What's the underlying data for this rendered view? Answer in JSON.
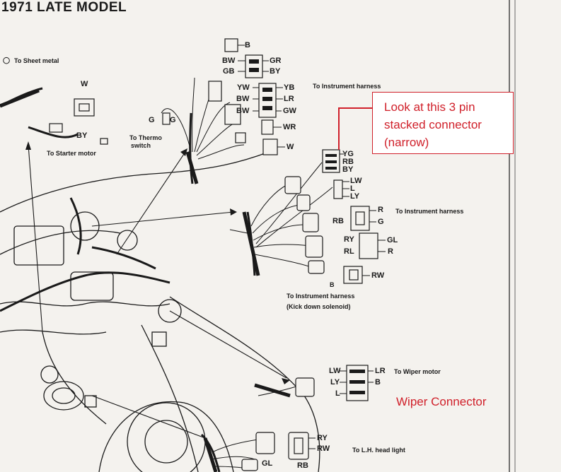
{
  "title": "1971 LATE MODEL",
  "note": {
    "line1": "Look at this 3 pin",
    "line2": "stacked connector",
    "line3": "(narrow)"
  },
  "wiper_note": "Wiper Connector",
  "labels": {
    "sheet_metal": "To Sheet metal",
    "w_top": "W",
    "by": "BY",
    "starter": "To Starter motor",
    "g1": "G",
    "g2": "G",
    "thermo1": "To Thermo",
    "thermo2": "switch",
    "b_top": "B",
    "bw1": "BW",
    "gr": "GR",
    "gb": "GB",
    "by2": "BY",
    "yw": "YW",
    "yb": "YB",
    "bw2": "BW",
    "lr": "LR",
    "bw3": "BW",
    "gw": "GW",
    "wr": "WR",
    "w_right": "W",
    "instr1": "To Instrument harness",
    "yg": "YG",
    "rb1": "RB",
    "by3": "BY",
    "lw1": "LW",
    "l1": "L",
    "ly1": "LY",
    "r1": "R",
    "instr2": "To Instrument harness",
    "rb2": "RB",
    "g3": "G",
    "ry1": "RY",
    "gl1": "GL",
    "rl": "RL",
    "r2": "R",
    "rw1": "RW",
    "b_mid": "B",
    "instr3": "To Instrument harness",
    "kick": "(Kick down solenoid)",
    "lw2": "LW",
    "lr2": "LR",
    "wiper_motor": "To Wiper motor",
    "ly2": "LY",
    "b_wiper": "B",
    "l2": "L",
    "ry2": "RY",
    "rw2": "RW",
    "headlight": "To L.H. head light",
    "gl2": "GL",
    "rb3": "RB"
  },
  "colors": {
    "accent": "#d0202a",
    "ink": "#1a1a1a",
    "paper": "#f4f2ee"
  }
}
